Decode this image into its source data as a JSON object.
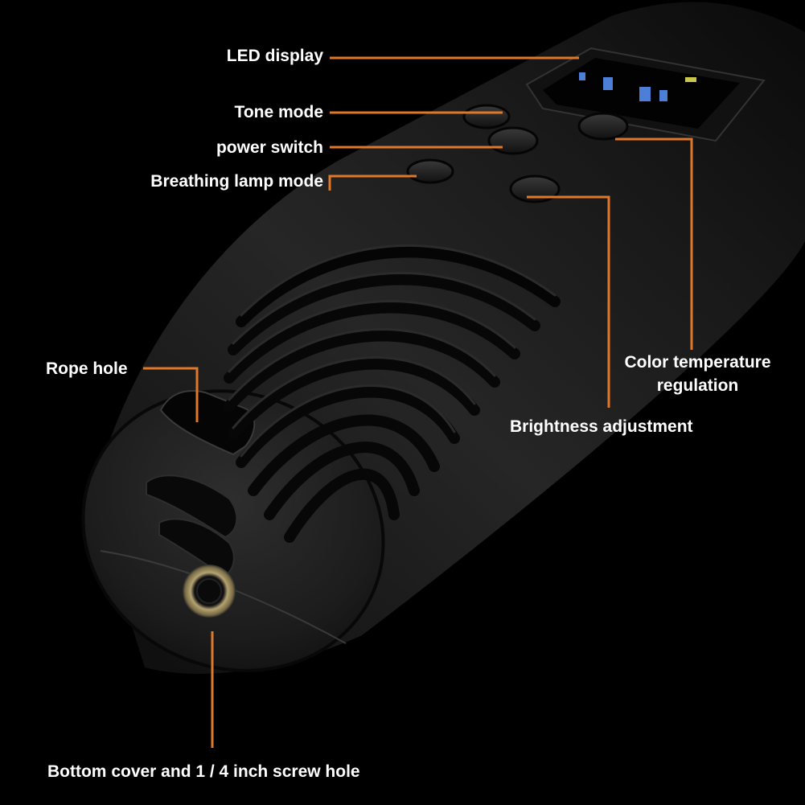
{
  "colors": {
    "background": "#000000",
    "leader_line": "#e0782c",
    "label_text": "#ffffff",
    "device_body": "#1c1c1c",
    "screw_ring": "#b4a373",
    "display_icons": "#4d7fd8",
    "display_indicator": "#c9c64a"
  },
  "labels": {
    "led_display": "LED display",
    "tone_mode": "Tone mode",
    "power_switch": "power switch",
    "breathing_lamp_mode": "Breathing lamp mode",
    "rope_hole": "Rope hole",
    "color_temperature_line1": "Color temperature",
    "color_temperature_line2": "regulation",
    "brightness_adjustment": "Brightness adjustment",
    "bottom_cover": "Bottom cover and 1 / 4 inch screw hole"
  }
}
